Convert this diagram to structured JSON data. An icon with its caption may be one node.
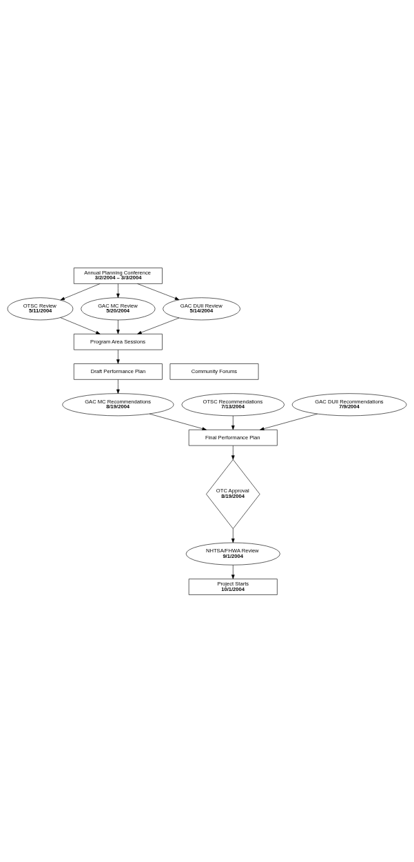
{
  "diagram": {
    "nodes": [
      {
        "text": [
          "Annual Planning Conference",
          "3/2/2004 – 3/3/2004"
        ]
      },
      {
        "text": [
          "OTSC Review",
          "5/11/2004"
        ]
      },
      {
        "text": [
          "GAC MC Review",
          "5/20/2004"
        ]
      },
      {
        "text": [
          "GAC DUII Review",
          "5/14/2004"
        ]
      },
      {
        "text": [
          "Program Area Sessions"
        ]
      },
      {
        "text": [
          "Community Forums"
        ]
      },
      {
        "text": [
          "Draft Performance Plan"
        ]
      },
      {
        "text": [
          "GAC MC Recommendations",
          "8/19/2004"
        ]
      },
      {
        "text": [
          "OTSC Recommendations",
          "7/13/2004"
        ]
      },
      {
        "text": [
          "GAC DUII Recommendations",
          "7/9/2004"
        ]
      },
      {
        "text": [
          "Final Performance Plan"
        ]
      },
      {
        "text": [
          "OTC Approval",
          "8/19/2004"
        ]
      },
      {
        "text": [
          "NHTSA/FHWA Review",
          "9/1/2004"
        ]
      },
      {
        "text": [
          "Project Starts",
          "10/1/2004"
        ]
      }
    ],
    "edges": [
      {
        "from": 0,
        "to": 1,
        "arrow": "to"
      },
      {
        "from": 0,
        "to": 2,
        "arrow": "to"
      },
      {
        "from": 0,
        "to": 3,
        "arrow": "to"
      },
      {
        "from": 1,
        "to": 4,
        "arrow": "to"
      },
      {
        "from": 2,
        "to": 4,
        "arrow": "to"
      },
      {
        "from": 3,
        "to": 4,
        "arrow": "to"
      },
      {
        "from": 4,
        "to": 6,
        "arrow": "to"
      },
      {
        "from": 6,
        "to": 7,
        "arrow": "to"
      },
      {
        "from": 8,
        "to": 10,
        "arrow": "to"
      },
      {
        "from": 7,
        "to": 10,
        "arrow": "to"
      },
      {
        "from": 9,
        "to": 10,
        "arrow": "to"
      },
      {
        "from": 10,
        "to": 11,
        "arrow": "to"
      },
      {
        "from": 11,
        "to": 12,
        "arrow": "to"
      },
      {
        "from": 12,
        "to": 13,
        "arrow": "to"
      }
    ]
  }
}
